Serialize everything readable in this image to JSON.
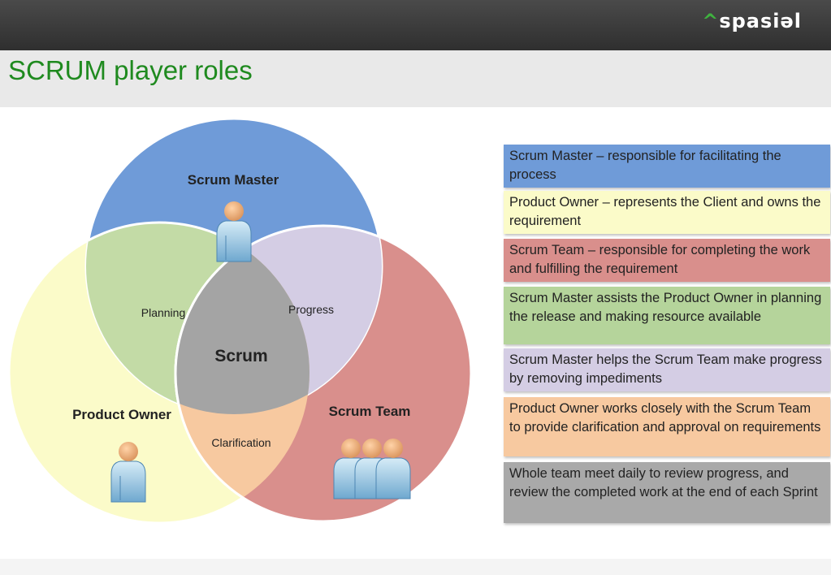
{
  "header": {
    "logo_mark": "^",
    "logo_text": "spasiəl"
  },
  "page": {
    "title": "SCRUM player roles"
  },
  "diagram": {
    "circles": {
      "scrum_master": {
        "label": "Scrum Master",
        "color": "#6f9bd8"
      },
      "product_owner": {
        "label": "Product Owner",
        "color": "#fbfbc9"
      },
      "scrum_team": {
        "label": "Scrum Team",
        "color": "#d98f8c"
      }
    },
    "overlaps": {
      "planning": {
        "label": "Planning",
        "color": "#c3dba6"
      },
      "progress": {
        "label": "Progress",
        "color": "#d4cde4"
      },
      "clarification": {
        "label": "Clarification",
        "color": "#f7c9a0"
      },
      "center": {
        "label": "Scrum",
        "color": "#a4a4a4"
      }
    }
  },
  "descriptions": [
    {
      "text": "Scrum Master – responsible for facilitating the process",
      "color": "#6f9bd8"
    },
    {
      "text": "Product Owner – represents the Client and owns the requirement",
      "color": "#fbfbc9"
    },
    {
      "text": "Scrum Team – responsible for completing the work and fulfilling the requirement",
      "color": "#d98f8c"
    },
    {
      "text": "Scrum Master assists the Product Owner in planning the release and making resource available",
      "color": "#b5d49b"
    },
    {
      "text": "Scrum Master helps the Scrum Team make progress by removing impediments",
      "color": "#d4cde4"
    },
    {
      "text": "Product Owner works closely with the Scrum Team to provide clarification and approval on requirements",
      "color": "#f7c9a0"
    },
    {
      "text": "Whole team meet daily to review progress, and review the completed work at the end of each Sprint",
      "color": "#a9a9a9"
    }
  ]
}
